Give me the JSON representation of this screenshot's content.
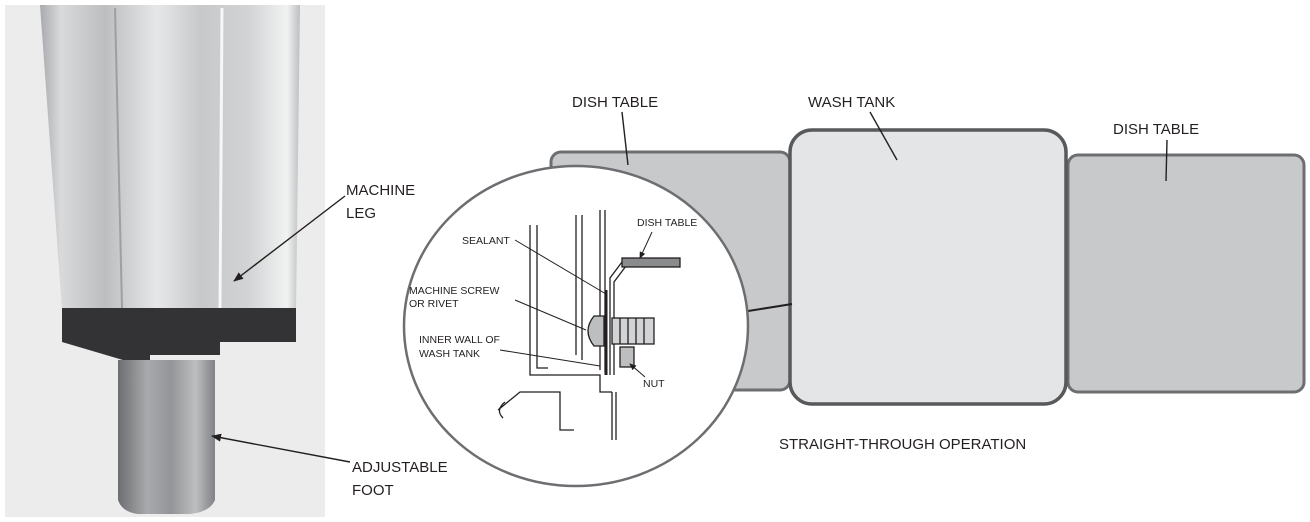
{
  "photo": {
    "leg_label": [
      "MACHINE",
      "LEG"
    ],
    "foot_label": [
      "ADJUSTABLE",
      "FOOT"
    ]
  },
  "diagram": {
    "left_table_label": "DISH TABLE",
    "wash_tank_label": "WASH TANK",
    "right_table_label": "DISH TABLE",
    "caption": "STRAIGHT-THROUGH OPERATION"
  },
  "detail": {
    "dish_table": "DISH TABLE",
    "sealant": "SEALANT",
    "screw": [
      "MACHINE SCREW",
      "OR RIVET"
    ],
    "inner_wall": [
      "INNER WALL OF",
      "WASH TANK"
    ],
    "nut": "NUT"
  },
  "colors": {
    "table_fill": "#c8c9cb",
    "tank_fill": "#e4e5e6",
    "outline": "#58595b",
    "ink": "#231f20"
  }
}
